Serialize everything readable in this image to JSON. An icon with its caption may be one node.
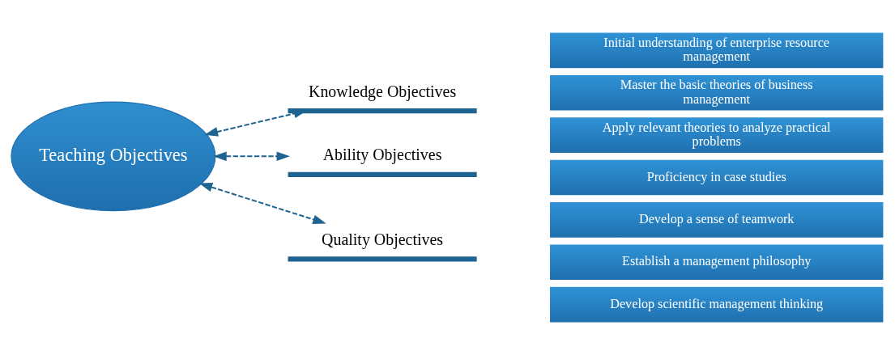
{
  "diagram": {
    "nodes": [
      {
        "text": [
          "Teaching Objectives"
        ]
      },
      {
        "text": [
          "Knowledge Objectives"
        ]
      },
      {
        "text": [
          "Ability Objectives"
        ]
      },
      {
        "text": [
          "Quality Objectives"
        ]
      },
      {
        "text": [
          "Initial understanding of enterprise resource management"
        ]
      },
      {
        "text": [
          "Master the basic theories of business management"
        ]
      },
      {
        "text": [
          "Apply relevant theories to analyze practical problems"
        ]
      },
      {
        "text": [
          "Proficiency in case studies"
        ]
      },
      {
        "text": [
          "Develop a sense of teamwork"
        ]
      },
      {
        "text": [
          "Establish a management philosophy"
        ]
      },
      {
        "text": [
          "Develop scientific management thinking"
        ]
      }
    ],
    "edges": [
      {
        "from": 0,
        "to": 1,
        "arrow": "both",
        "style": "dashed"
      },
      {
        "from": 0,
        "to": 2,
        "arrow": "both",
        "style": "dashed"
      },
      {
        "from": 0,
        "to": 3,
        "arrow": "both",
        "style": "dashed"
      }
    ]
  }
}
